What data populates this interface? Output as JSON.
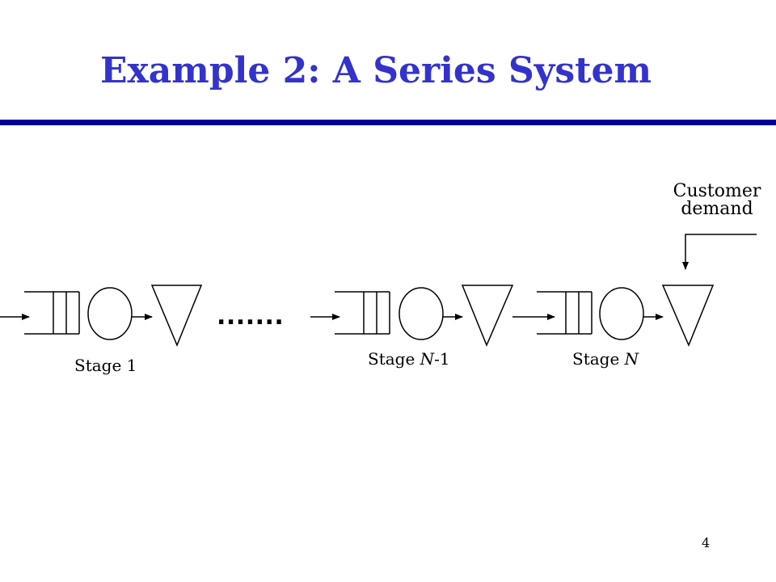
{
  "slide": {
    "title": "Example 2: A Series System",
    "page_number": "4"
  },
  "diagram": {
    "customer_label_line1": "Customer",
    "customer_label_line2": "demand",
    "stage1_label": "Stage 1",
    "stage_n_minus_1_prefix": "Stage ",
    "stage_n_minus_1_var": "N",
    "stage_n_minus_1_suffix": "-1",
    "stage_n_prefix": "Stage ",
    "stage_n_var": "N",
    "ellipsis": "......."
  }
}
